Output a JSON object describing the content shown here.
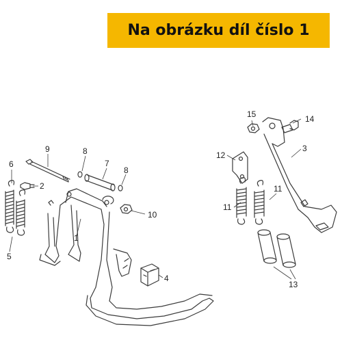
{
  "banner": {
    "text": "Na obrázku díl číslo 1"
  },
  "colors": {
    "banner_bg": "#f5b700",
    "line": "#3a3a3a"
  },
  "callouts": {
    "c1": "1",
    "c2": "2",
    "c3": "3",
    "c4": "4",
    "c5": "5",
    "c6": "6",
    "c7": "7",
    "c8a": "8",
    "c8b": "8",
    "c9": "9",
    "c10": "10",
    "c11a": "11",
    "c11b": "11",
    "c12": "12",
    "c13": "13",
    "c14": "14",
    "c15": "15"
  }
}
